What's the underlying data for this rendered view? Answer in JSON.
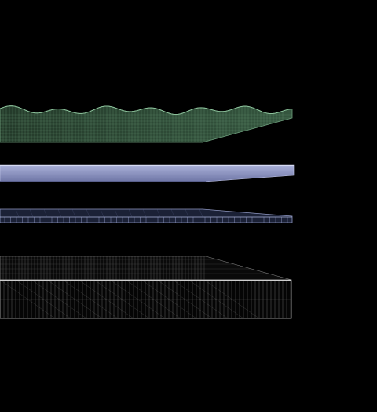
{
  "scene": {
    "background_color": "#000000",
    "layers": [
      {
        "name": "wavy-mesh-layer",
        "kind": "wireframe surface with wavy top",
        "fill_color": "#2f4a36",
        "line_color": "#6fa07e"
      },
      {
        "name": "solid-slab-layer",
        "kind": "solid slab",
        "fill_color": "#7f86b6",
        "top_color": "#a9b0d8"
      },
      {
        "name": "thin-grid-layer",
        "kind": "thin wireframe plate",
        "fill_color": "#1c2237",
        "line_color": "#7d86ad"
      },
      {
        "name": "thick-grid-layer",
        "kind": "thick wireframe block",
        "fill_color": "#050505",
        "line_color": "#9a9a9a"
      }
    ]
  }
}
